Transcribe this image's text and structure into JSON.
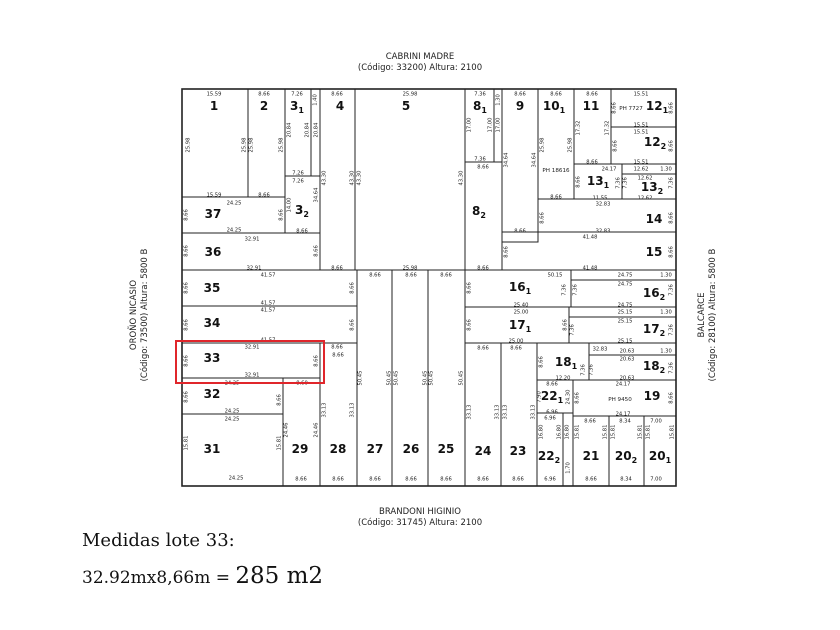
{
  "streets": {
    "top": {
      "name": "CABRINI MADRE",
      "info": "(Código: 33200) Altura: 2100"
    },
    "bottom": {
      "name": "BRANDONI HIGINIO",
      "info": "(Código: 31745) Altura: 2100"
    },
    "left": {
      "name": "OROÑO NICASIO",
      "info": "(Código: 73500) Altura: 5800 B"
    },
    "right": {
      "name": "BALCARCE",
      "info": "(Código: 28100) Altura: 5800 B"
    }
  },
  "lots": [
    {
      "n": "1",
      "s": ""
    },
    {
      "n": "2",
      "s": ""
    },
    {
      "n": "3",
      "s": "1"
    },
    {
      "n": "",
      "s": ""
    },
    {
      "n": "4",
      "s": ""
    },
    {
      "n": "5",
      "s": ""
    },
    {
      "n": "37",
      "s": ""
    },
    {
      "n": "3",
      "s": "2"
    },
    {
      "n": "36",
      "s": ""
    },
    {
      "n": "35",
      "s": ""
    },
    {
      "n": "34",
      "s": ""
    },
    {
      "n": "33",
      "s": ""
    },
    {
      "n": "32",
      "s": ""
    },
    {
      "n": "31",
      "s": ""
    },
    {
      "n": "29",
      "s": ""
    },
    {
      "n": "28",
      "s": ""
    },
    {
      "n": "27",
      "s": ""
    },
    {
      "n": "26",
      "s": ""
    },
    {
      "n": "25",
      "s": ""
    },
    {
      "n": "8",
      "s": "1"
    },
    {
      "n": "",
      "s": ""
    },
    {
      "n": "9",
      "s": ""
    },
    {
      "n": "8",
      "s": "2"
    },
    {
      "n": "10",
      "s": "1"
    },
    {
      "n": "11",
      "s": ""
    },
    {
      "n": "12",
      "s": "1"
    },
    {
      "n": "12",
      "s": "2"
    },
    {
      "n": "13",
      "s": "1"
    },
    {
      "n": "13",
      "s": "2"
    },
    {
      "n": "14",
      "s": ""
    },
    {
      "n": "15",
      "s": ""
    },
    {
      "n": "16",
      "s": "1"
    },
    {
      "n": "16",
      "s": "2"
    },
    {
      "n": "17",
      "s": "1"
    },
    {
      "n": "17",
      "s": "2"
    },
    {
      "n": "24",
      "s": ""
    },
    {
      "n": "23",
      "s": ""
    },
    {
      "n": "18",
      "s": "1"
    },
    {
      "n": "18",
      "s": "2"
    },
    {
      "n": "22",
      "s": "1"
    },
    {
      "n": "22",
      "s": "2"
    },
    {
      "n": "",
      "s": ""
    },
    {
      "n": "19",
      "s": ""
    },
    {
      "n": "21",
      "s": ""
    },
    {
      "n": "20",
      "s": "2"
    },
    {
      "n": "20",
      "s": "1"
    }
  ],
  "ph_labels": [
    "PH 7727",
    "PH 18616",
    "PH 9450"
  ],
  "measurements": [
    "15.59",
    "8.66",
    "7.26",
    "1.40",
    "8.66",
    "25.98",
    "7.36",
    "1.30",
    "8.66",
    "8.66",
    "8.66",
    "15.51",
    "25.98",
    "25.98",
    "25.98",
    "25.98",
    "20.84",
    "20.84",
    "20.84",
    "43.30",
    "43.30",
    "43.30",
    "43.30",
    "17.00",
    "17.00",
    "17.00",
    "34.64",
    "34.64",
    "25.98",
    "25.98",
    "17.32",
    "17.32",
    "15.59",
    "8.66",
    "7.26",
    "7.26",
    "24.25",
    "14.00",
    "34.64",
    "8.66",
    "8.66",
    "24.25",
    "8.66",
    "32.91",
    "8.66",
    "8.66",
    "32.91",
    "8.66",
    "25.98",
    "41.57",
    "7.36",
    "8.66",
    "8.66",
    "8.66",
    "15.51",
    "15.51",
    "8.66",
    "8.66",
    "15.51",
    "8.66",
    "8.66",
    "24.17",
    "12.62",
    "1.30",
    "12.62",
    "8.66",
    "7.36",
    "7.36",
    "7.36",
    "11.55",
    "12.62",
    "32.83",
    "8.66",
    "8.66",
    "8.66",
    "32.83",
    "41.48",
    "8.66",
    "8.66",
    "8.66",
    "41.48",
    "50.15",
    "24.75",
    "1.30",
    "24.75",
    "8.66",
    "7.36",
    "7.36",
    "7.36",
    "25.40",
    "24.75",
    "25.00",
    "25.15",
    "1.30",
    "25.15",
    "8.66",
    "8.66",
    "7.36",
    "7.36",
    "25.00",
    "25.15",
    "8.66",
    "8.66",
    "32.83",
    "20.63",
    "1.30",
    "20.63",
    "8.66",
    "7.36",
    "7.36",
    "7.36",
    "12.20",
    "20.63",
    "8.66",
    "24.17",
    "7.90",
    "24.30",
    "8.66",
    "8.66",
    "6.96",
    "24.17",
    "6.96",
    "8.66",
    "8.34",
    "7.00",
    "33.13",
    "33.13",
    "33.13",
    "33.13",
    "50.45",
    "24.25",
    "8.66",
    "8.66",
    "8.66",
    "8.66",
    "8.66",
    "8.66",
    "8.66",
    "6.96",
    "8.66",
    "8.34",
    "7.00",
    "8.66",
    "8.66",
    "41.57",
    "41.57",
    "8.66",
    "8.66",
    "41.57",
    "32.91",
    "8.66",
    "8.66",
    "8.66",
    "32.91",
    "24.25",
    "8.60",
    "8.66",
    "8.66",
    "24.25",
    "24.25",
    "15.81",
    "15.81",
    "24.46",
    "24.46",
    "33.13",
    "33.13",
    "50.45",
    "50.45",
    "50.45",
    "50.45",
    "50.45",
    "8.66",
    "8.66",
    "8.66",
    "8.66",
    "16.80",
    "16.80",
    "16.80",
    "1.70",
    "15.81",
    "15.81",
    "15.81",
    "15.81",
    "15.81",
    "15.81"
  ],
  "caption": {
    "line1": "Medidas lote 33:",
    "line2_prefix": "32.92mx8,66m = ",
    "line2_area": "285 m2"
  },
  "colors": {
    "highlight": "#e0262b",
    "lines": "#222222"
  }
}
